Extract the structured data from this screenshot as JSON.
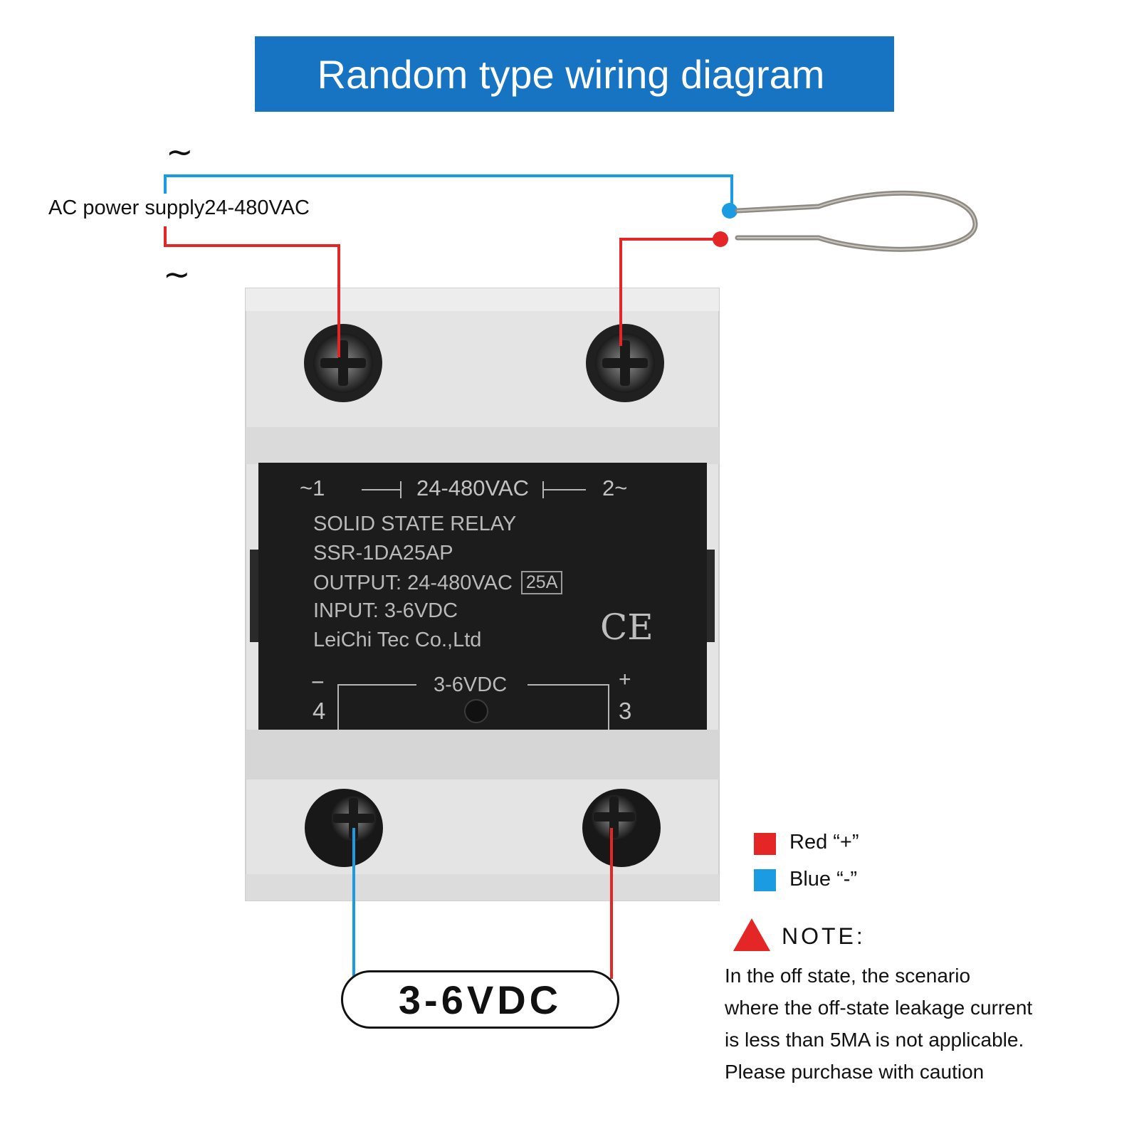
{
  "title": "Random type wiring diagram",
  "ac_supply": {
    "label": "AC power supply24-480VAC",
    "top_symbol": "~",
    "bottom_symbol": "~"
  },
  "relay_plate": {
    "terminal_row": {
      "left": "~1",
      "middle": "24-480VAC",
      "right": "2~"
    },
    "lines": [
      "SOLID STATE RELAY",
      "SSR-1DA25AP",
      "OUTPUT: 24-480VAC",
      "INPUT: 3-6VDC",
      "LeiChi Tec Co.,Ltd"
    ],
    "current_rating": "25A",
    "cert_mark": "CE",
    "dc_row": {
      "label": "3-6VDC",
      "minus_sign": "−",
      "minus_num": "4",
      "plus_sign": "+",
      "plus_num": "3"
    }
  },
  "dc_input_label": "3-6VDC",
  "legend": [
    {
      "label": "Red “+”",
      "color": "#e42726"
    },
    {
      "label": "Blue “-”",
      "color": "#1a9be2"
    }
  ],
  "note": {
    "title": "NOTE:",
    "lines": [
      "In the off state, the scenario",
      "where the off-state leakage current",
      "is less than 5MA is not applicable.",
      "Please purchase with caution"
    ]
  },
  "colors": {
    "banner": "#1774c3",
    "wire_red": "#e42726",
    "wire_blue": "#1a9be2",
    "housing": "#e4e4e4",
    "plate": "#1c1c1c"
  }
}
